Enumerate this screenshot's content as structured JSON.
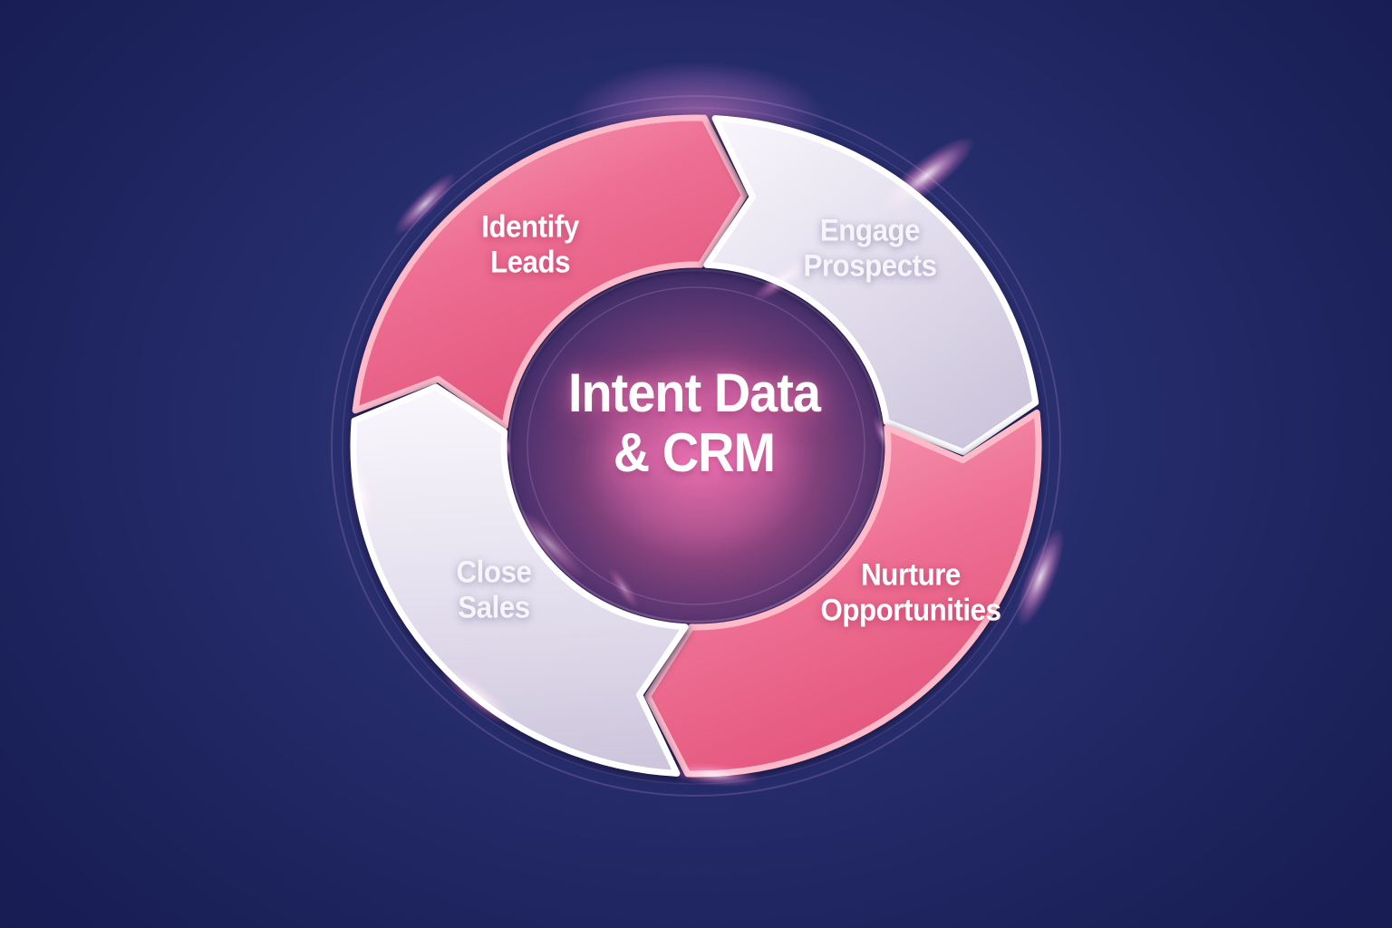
{
  "wheel": {
    "flow_direction": "clockwise",
    "center_label": {
      "line1": "Intent Data",
      "line2": "& CRM"
    },
    "segments": [
      {
        "name": "identify-leads",
        "label_line1": "Identify",
        "label_line2": "Leads",
        "style": "pink"
      },
      {
        "name": "engage-prospects",
        "label_line1": "Engage",
        "label_line2": "Prospects",
        "style": "light"
      },
      {
        "name": "nurture-opportunities",
        "label_line1": "Nurture",
        "label_line2": "Opportunities",
        "style": "pink"
      },
      {
        "name": "close-sales",
        "label_line1": "Close",
        "label_line2": "Sales",
        "style": "light"
      }
    ]
  },
  "colors": {
    "background_outer": "#141a4e",
    "background_inner": "#2e3679",
    "halo_purple": "#6c4aa8",
    "pink_segment_light": "#f7a3b8",
    "pink_segment_mid": "#ee6f93",
    "pink_segment_deep": "#e25279",
    "pink_segment_border": "#fdbac9",
    "light_segment_bright": "#f9f7fc",
    "light_segment_mid": "#e4dfee",
    "light_segment_deep": "#cdc6dc",
    "light_segment_border": "#ffffff",
    "hole_glow": "#cd528a",
    "hole_magenta": "#a44a82",
    "hole_purple": "#6d3b76",
    "hole_dark": "#46306b",
    "hole_edge": "#352a63",
    "ring_line": "#c79ade",
    "flare_pink": "#ff8cc0",
    "label_on_pink": "#ffffff",
    "label_on_light": "#f7f5fa",
    "center_text": "#ffffff"
  }
}
